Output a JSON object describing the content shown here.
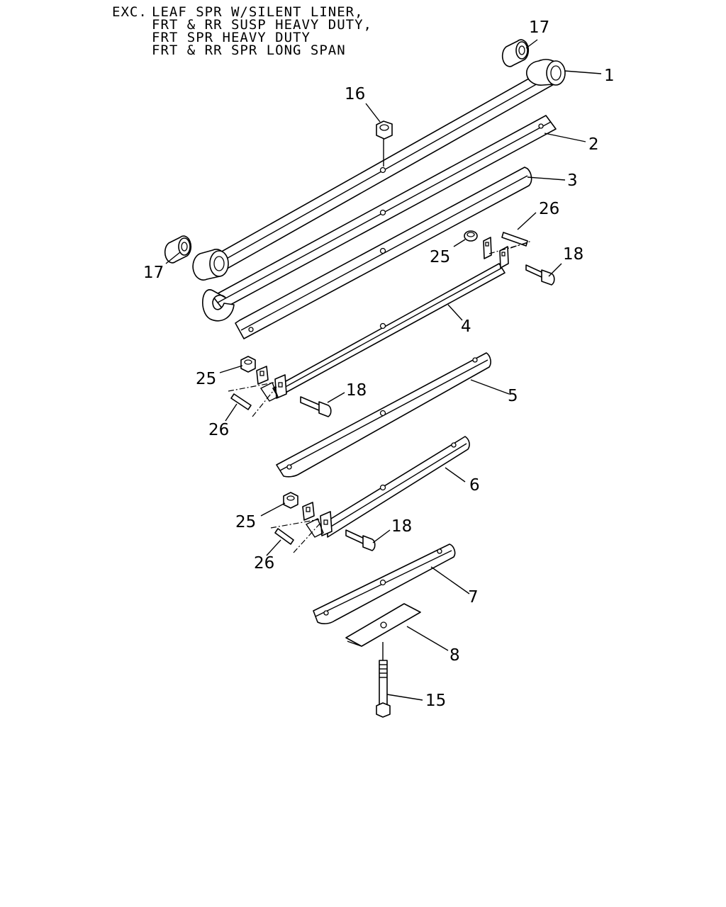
{
  "header": {
    "prefix": "EXC.",
    "lines": [
      "LEAF SPR W/SILENT LINER,",
      "FRT & RR SUSP HEAVY DUTY,",
      "FRT SPR HEAVY DUTY",
      "FRT & RR SPR LONG SPAN"
    ]
  },
  "callouts": {
    "c1": "1",
    "c2": "2",
    "c3": "3",
    "c4": "4",
    "c5": "5",
    "c6": "6",
    "c7": "7",
    "c8": "8",
    "c15": "15",
    "c16": "16",
    "c17a": "17",
    "c17b": "17",
    "c18a": "18",
    "c18b": "18",
    "c18c": "18",
    "c25a": "25",
    "c25b": "25",
    "c25c": "25",
    "c26a": "26",
    "c26b": "26",
    "c26c": "26"
  }
}
